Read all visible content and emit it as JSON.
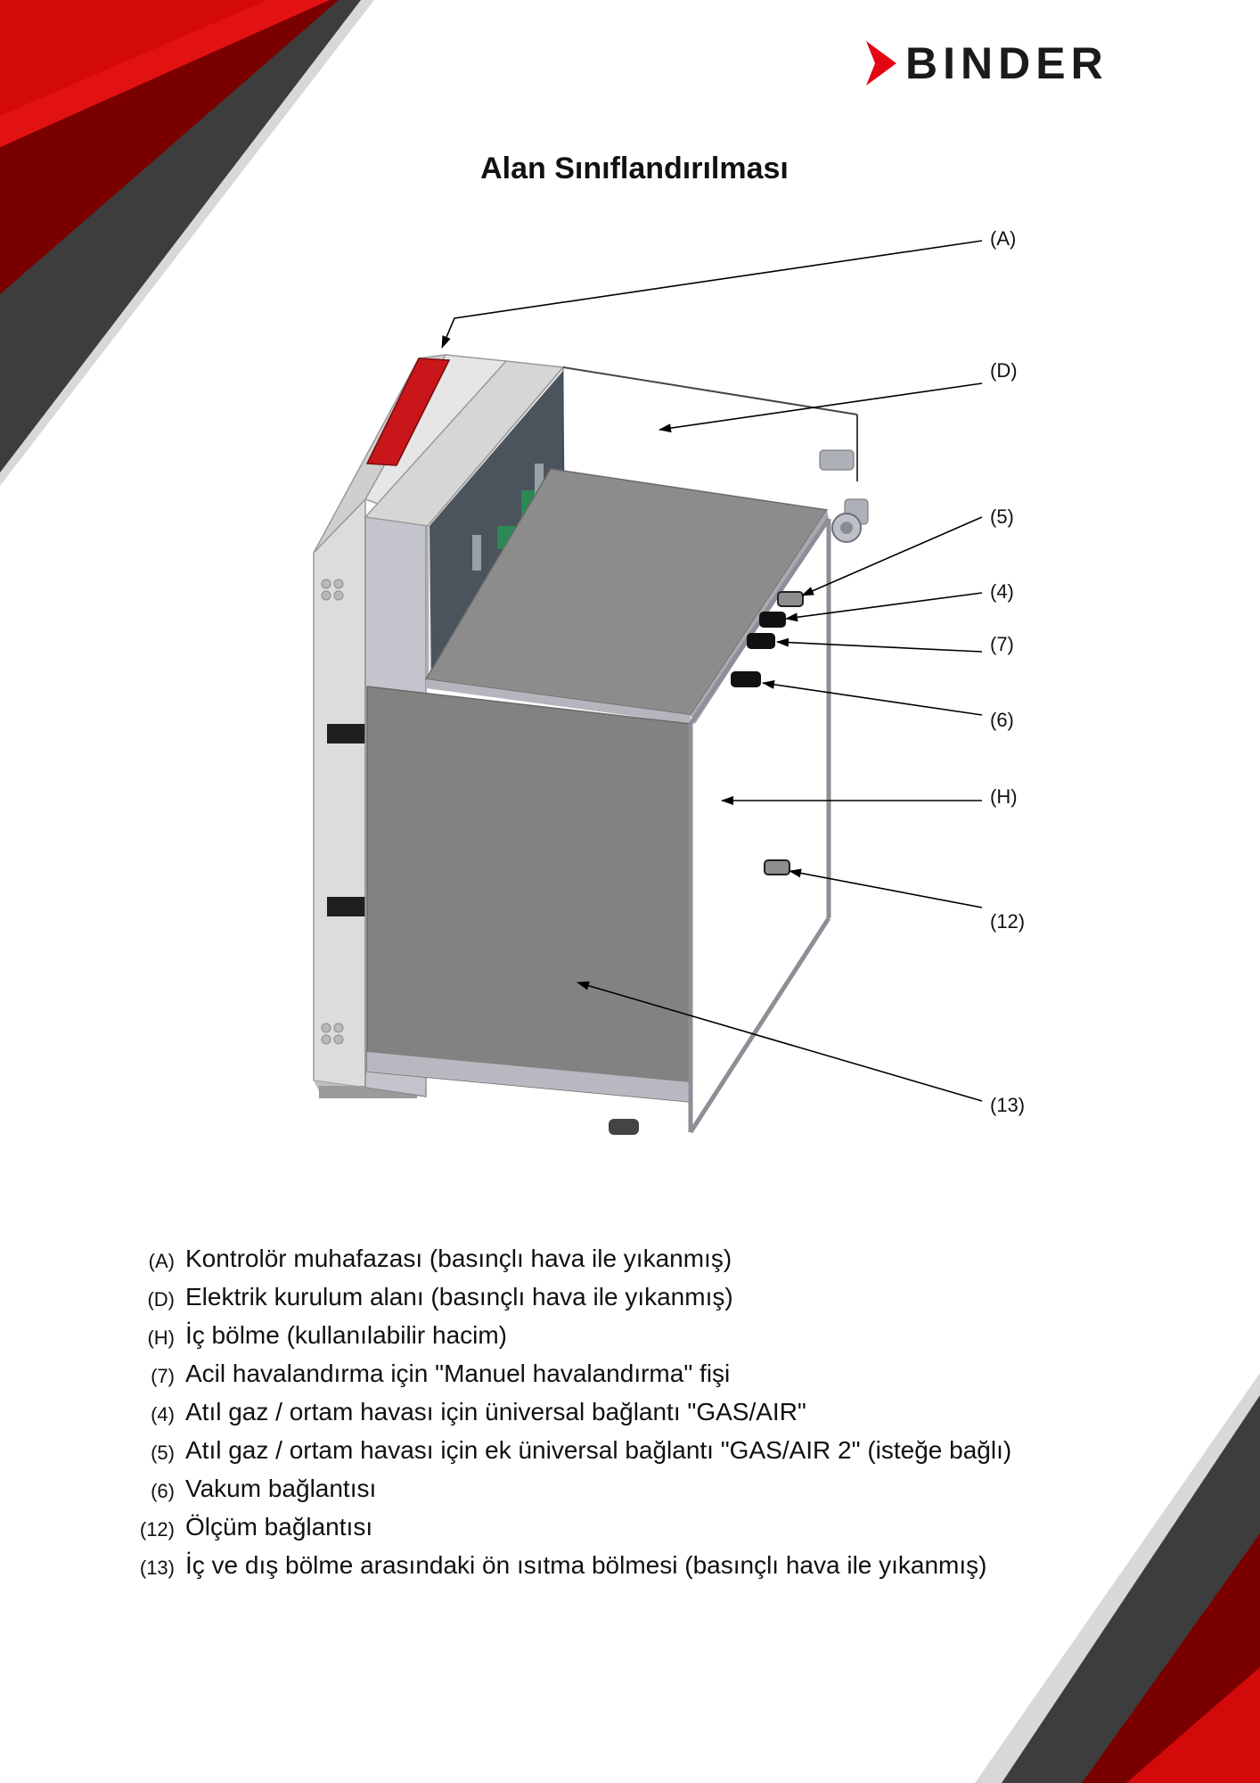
{
  "brand": {
    "name": "BINDER",
    "colors": {
      "red": "#e30613",
      "dark": "#1a1a1a",
      "grey": "#4a4a4a"
    }
  },
  "title": "Alan Sınıflandırılması",
  "callouts": [
    "(A)",
    "(D)",
    "(5)",
    "(4)",
    "(7)",
    "(6)",
    "(H)",
    "(12)",
    "(13)"
  ],
  "legend": [
    {
      "ref": "(A)",
      "text": "Kontrolör muhafazası (basınçlı hava ile yıkanmış)"
    },
    {
      "ref": "(D)",
      "text": "Elektrik kurulum alanı (basınçlı hava ile yıkanmış)"
    },
    {
      "ref": "(H)",
      "text": "İç bölme (kullanılabilir hacim)"
    },
    {
      "ref": "(7)",
      "text": "Acil havalandırma için \"Manuel havalandırma\" fişi"
    },
    {
      "ref": "(4)",
      "text": "Atıl gaz / ortam havası için üniversal bağlantı \"GAS/AIR\""
    },
    {
      "ref": "(5)",
      "text": "Atıl gaz / ortam havası için ek üniversal bağlantı \"GAS/AIR 2\" (isteğe bağlı)"
    },
    {
      "ref": "(6)",
      "text": "Vakum bağlantısı"
    },
    {
      "ref": "(12)",
      "text": "Ölçüm bağlantısı"
    },
    {
      "ref": "(13)",
      "text": "İç ve dış bölme arasındaki ön ısıtma bölmesi (basınçlı hava ile yıkanmış)"
    }
  ]
}
